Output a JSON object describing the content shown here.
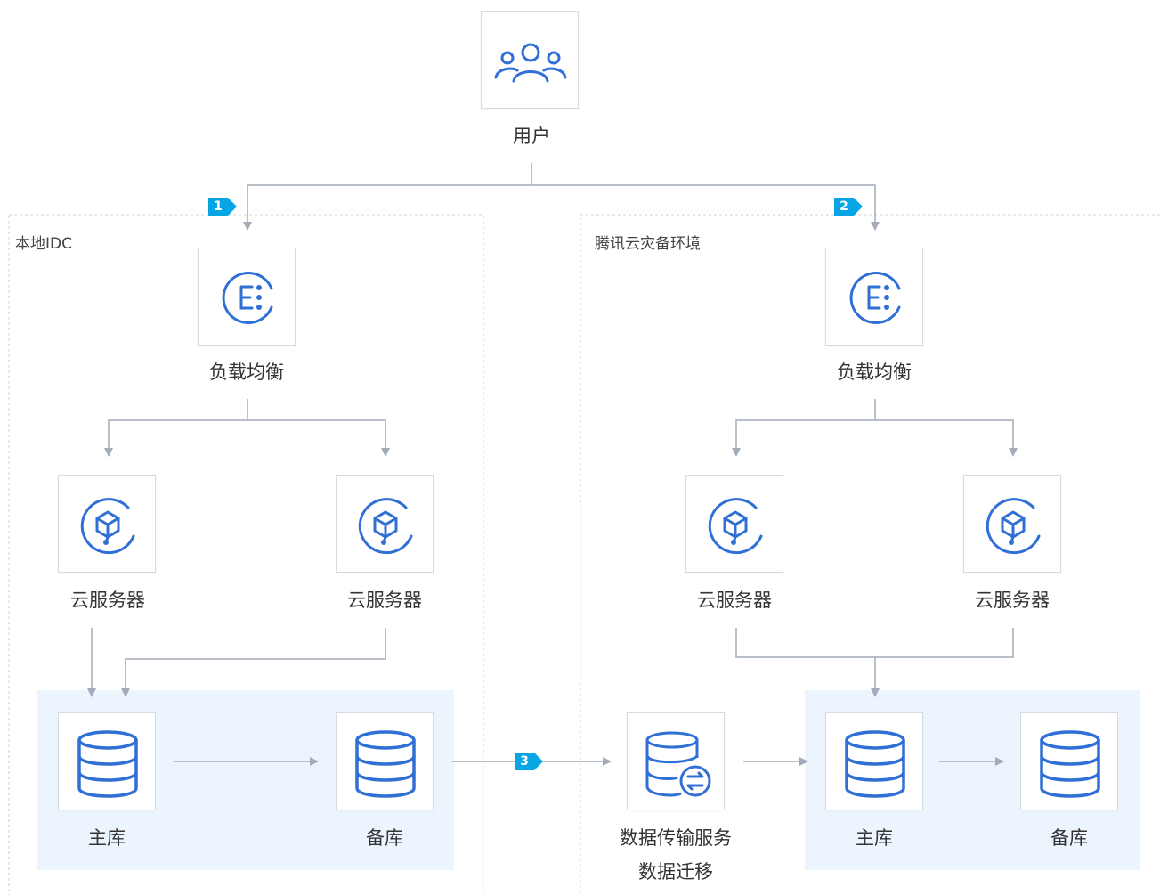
{
  "zones": {
    "idc_label": "本地IDC",
    "cloud_label": "腾讯云灾备环境"
  },
  "steps": [
    "1",
    "2",
    "3"
  ],
  "nodes": {
    "user": "用户",
    "idc_lb": "负载均衡",
    "idc_cvm_left": "云服务器",
    "idc_cvm_right": "云服务器",
    "idc_primary_db": "主库",
    "idc_standby_db": "备库",
    "dts_line1": "数据传输服务",
    "dts_line2": "数据迁移",
    "cloud_lb": "负载均衡",
    "cloud_cvm_left": "云服务器",
    "cloud_cvm_right": "云服务器",
    "cloud_primary_db": "主库",
    "cloud_standby_db": "备库"
  },
  "colors": {
    "icon_blue": "#2f6fd6",
    "step_badge": "#07a5e3",
    "db_zone_bg": "#ecf4fe",
    "connector": "#a3acb9"
  }
}
